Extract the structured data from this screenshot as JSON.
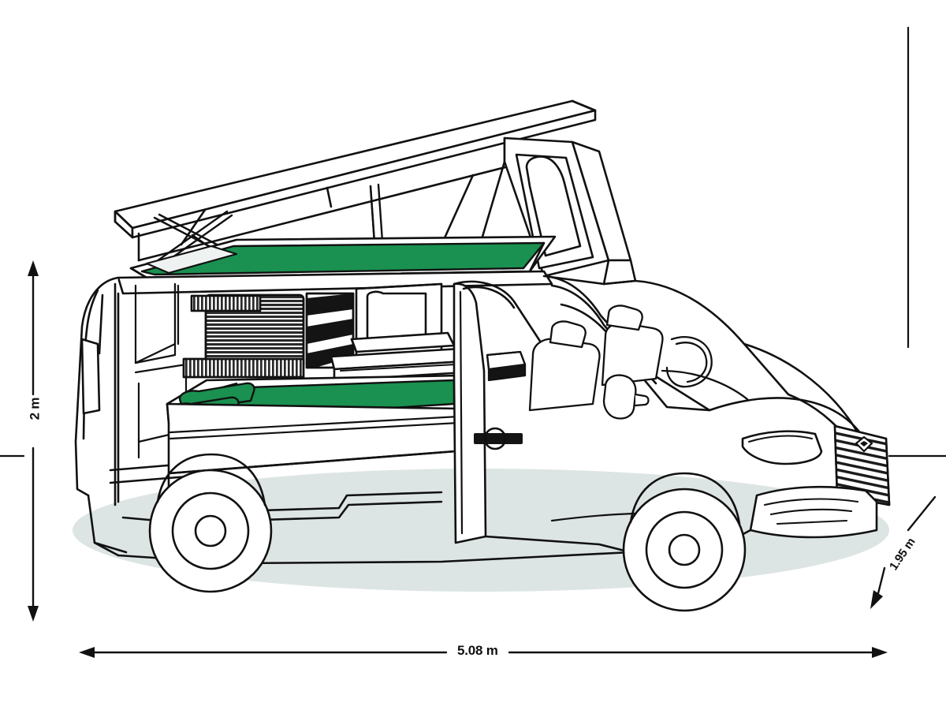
{
  "diagram": {
    "title": "Campervan conversion cutaway side view",
    "subject": "pop-top campervan with upper and lower beds"
  },
  "dimensions": {
    "height": {
      "label": "2 m",
      "value": 2,
      "unit": "m",
      "axis": "height"
    },
    "length": {
      "label": "5.08 m",
      "value": 5.08,
      "unit": "m",
      "axis": "length"
    },
    "depth": {
      "label": "1.95 m",
      "value": 1.95,
      "unit": "m",
      "axis": "width"
    }
  },
  "colors": {
    "mattress_green": "#1a9150",
    "mattress_green_dark": "#14norm",
    "outline": "#111111",
    "ground_shadow": "#dde5e4",
    "panel_light": "#eef2f1",
    "background": "#ffffff",
    "dark_fill": "#141414"
  },
  "features": {
    "upper_bed": "green pop-top mattress",
    "lower_bed": "green lower mattress with pillows",
    "pop_top_roof": "raised elevating roof",
    "scissor_mechanism": "X-strut roof lift",
    "cabinet": "horizontally slatted roller cabinet",
    "grille": "slatted front grille with diamond emblem",
    "door_handle": "sliding door handle",
    "wheels": "front and rear road wheels"
  }
}
